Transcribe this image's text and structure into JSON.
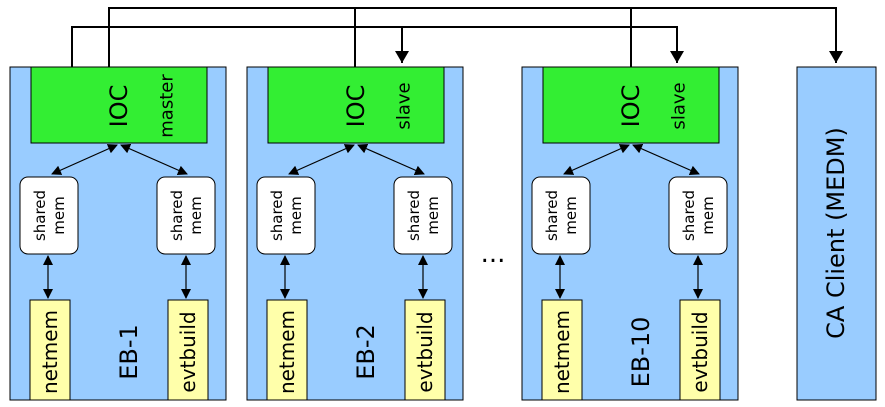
{
  "ellipsis": "...",
  "eb_units": [
    {
      "ioc_label": "IOC",
      "role": "master",
      "shared_left": [
        "shared",
        "mem"
      ],
      "shared_right": [
        "shared",
        "mem"
      ],
      "proc_left": "netmem",
      "proc_right": "evtbuild",
      "eb_label": "EB-1"
    },
    {
      "ioc_label": "IOC",
      "role": "slave",
      "shared_left": [
        "shared",
        "mem"
      ],
      "shared_right": [
        "shared",
        "mem"
      ],
      "proc_left": "netmem",
      "proc_right": "evtbuild",
      "eb_label": "EB-2"
    },
    {
      "ioc_label": "IOC",
      "role": "slave",
      "shared_left": [
        "shared",
        "mem"
      ],
      "shared_right": [
        "shared",
        "mem"
      ],
      "proc_left": "netmem",
      "proc_right": "evtbuild",
      "eb_label": "EB-10"
    }
  ],
  "client": {
    "label": "CA Client (MEDM)"
  },
  "colors": {
    "eb_panel": "#99ccff",
    "ioc": "#33ee33",
    "shared_mem": "#ffffff",
    "process": "#ffffaa",
    "client_panel": "#99ccff",
    "line": "#000000"
  }
}
